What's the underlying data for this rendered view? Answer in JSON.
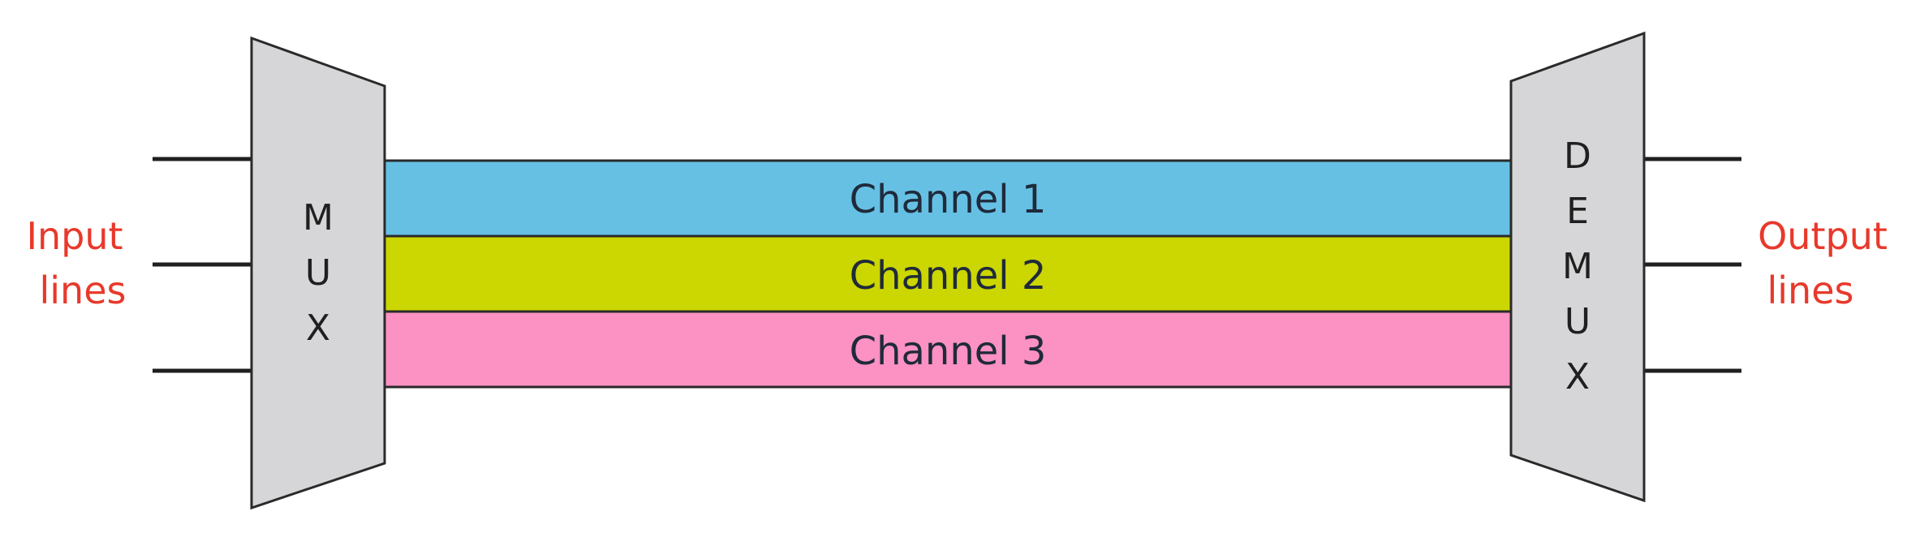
{
  "input_label": {
    "lines": [
      "Input",
      "lines"
    ]
  },
  "output_label": {
    "lines": [
      "Output",
      "lines"
    ]
  },
  "mux": {
    "letters": [
      "M",
      "U",
      "X"
    ]
  },
  "demux": {
    "letters": [
      "D",
      "E",
      "M",
      "U",
      "X"
    ]
  },
  "channels": [
    {
      "label": "Channel 1",
      "color": "#66c0e4"
    },
    {
      "label": "Channel 2",
      "color": "#ccd600"
    },
    {
      "label": "Channel 3",
      "color": "#fc91c3"
    }
  ],
  "colors": {
    "label_red": "#e8392b",
    "device_fill": "#d6d6d8",
    "wire": "#1f1f1f"
  }
}
